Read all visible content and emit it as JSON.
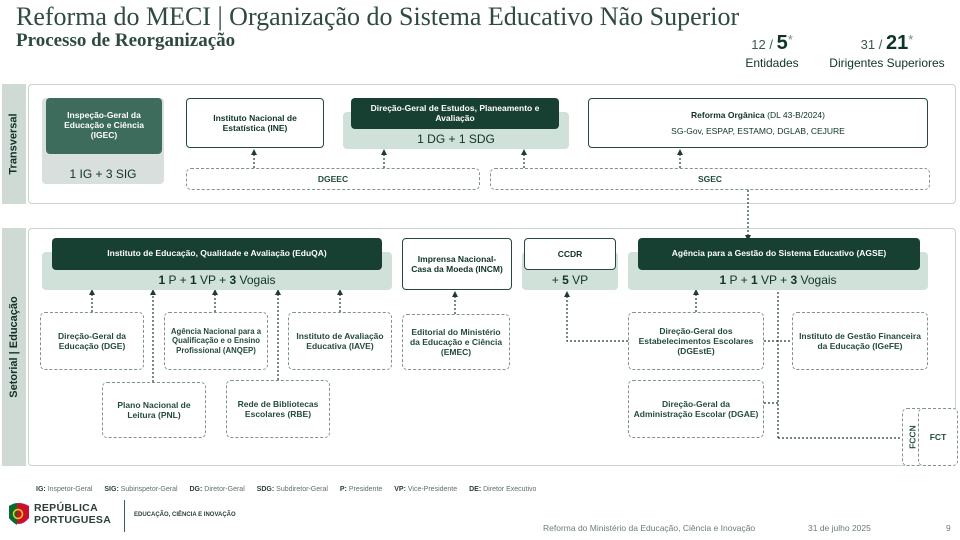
{
  "header": {
    "title": "Reforma do MECI | Organização do Sistema Educativo Não Superior",
    "subtitle": "Processo de Reorganização"
  },
  "stats": [
    {
      "before": "12",
      "slash": "/",
      "after": "5",
      "star": "*",
      "label": "Entidades"
    },
    {
      "before": "31",
      "slash": "/",
      "after": "21",
      "star": "*",
      "label": "Dirigentes Superiores"
    }
  ],
  "sections": {
    "transversal": "Transversal",
    "setorial": "Setorial | Educação"
  },
  "transversal": {
    "igec": {
      "name": "Inspeção-Geral da Educação e Ciência (IGEC)",
      "band": "1 IG + 3 SIG"
    },
    "ine": {
      "name": "Instituto Nacional de Estatística (INE)"
    },
    "dgeec_dir": {
      "name": "Direção-Geral de Estudos, Planeamento e Avaliação",
      "band": "1 DG + 1 SDG"
    },
    "reforma": {
      "title": "Reforma Orgânica",
      "decree": "(DL 43-B/2024)",
      "list": "SG-Gov, ESPAP, ESTAMO, DGLAB, CEJURE"
    },
    "dgeec": "DGEEC",
    "sgec": "SGEC"
  },
  "setorial": {
    "eduqa": {
      "name": "Instituto de Educação, Qualidade e Avaliação (EduQA)",
      "band": {
        "n1": "1",
        "p": "P + ",
        "n2": "1",
        "vp": "VP + ",
        "n3": "3",
        "vog": "Vogais"
      }
    },
    "incm": {
      "name": "Imprensa Nacional-Casa da Moeda (INCM)"
    },
    "ccdr": {
      "name": "CCDR",
      "band": {
        "plus": "+ ",
        "n": "5",
        "vp": "VP"
      }
    },
    "agse": {
      "name": "Agência para a Gestão do Sistema Educativo (AGSE)",
      "band": {
        "n1": "1",
        "p": "P + ",
        "n2": "1",
        "vp": "VP + ",
        "n3": "3",
        "vog": "Vogais"
      }
    },
    "dge": "Direção-Geral da Educação (DGE)",
    "anqep": "Agência Nacional para a Qualificação e o Ensino Profissional (ANQEP)",
    "iave": "Instituto de Avaliação Educativa (IAVE)",
    "pnl": "Plano Nacional de Leitura (PNL)",
    "rbe": "Rede de Bibliotecas Escolares (RBE)",
    "emec": "Editorial do Ministério da Educação e Ciência (EMEC)",
    "dgeste": "Direção-Geral dos Estabelecimentos Escolares (DGEstE)",
    "igefe": "Instituto de Gestão Financeira da Educação (IGeFE)",
    "dgae": "Direção-Geral da Administração Escolar (DGAE)",
    "fccn": "FCCN",
    "fct": "FCT"
  },
  "legend": [
    {
      "abbr": "IG:",
      "text": "Inspetor-Geral"
    },
    {
      "abbr": "SIG:",
      "text": "Subinspetor-Geral"
    },
    {
      "abbr": "DG:",
      "text": "Diretor-Geral"
    },
    {
      "abbr": "SDG:",
      "text": "Subdiretor-Geral"
    },
    {
      "abbr": "P:",
      "text": "Presidente"
    },
    {
      "abbr": "VP:",
      "text": "Vice-Presidente"
    },
    {
      "abbr": "DE:",
      "text": "Diretor Executivo"
    }
  ],
  "footer": {
    "logo_line1": "REPÚBLICA",
    "logo_line2": "PORTUGUESA",
    "dept": "EDUCAÇÃO, CIÊNCIA E INOVAÇÃO",
    "doc": "Reforma do Ministério da Educação, Ciência e Inovação",
    "date": "31 de julho 2025",
    "page": "9"
  },
  "colors": {
    "dark_green": "#173f32",
    "mid_green": "#3d6b5c",
    "band_green": "#cfe1d9",
    "band_gray": "#d9dfdc",
    "red": "#c8102e"
  }
}
